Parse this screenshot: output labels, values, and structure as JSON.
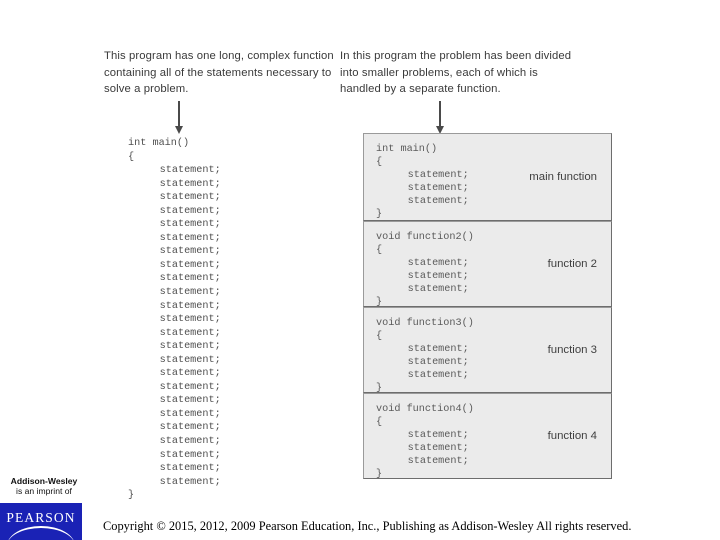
{
  "captions": {
    "left": "This program has one long, complex function containing all of the statements necessary to solve a problem.",
    "right": "In this program the problem has been divided into smaller problems, each of which is handled by a separate function."
  },
  "monolithic_program": {
    "signature": "int main()",
    "open_brace": "{",
    "statement": "statement;",
    "statement_count": 24,
    "close_brace": "}"
  },
  "function_boxes": [
    {
      "signature": "int main()",
      "open_brace": "{",
      "statement": "statement;",
      "statement_count": 3,
      "close_brace": "}",
      "label": "main function"
    },
    {
      "signature": "void function2()",
      "open_brace": "{",
      "statement": "statement;",
      "statement_count": 3,
      "close_brace": "}",
      "label": "function 2"
    },
    {
      "signature": "void function3()",
      "open_brace": "{",
      "statement": "statement;",
      "statement_count": 3,
      "close_brace": "}",
      "label": "function 3"
    },
    {
      "signature": "void function4()",
      "open_brace": "{",
      "statement": "statement;",
      "statement_count": 3,
      "close_brace": "}",
      "label": "function 4"
    }
  ],
  "footer": {
    "imprint_brand": "Addison-Wesley",
    "imprint_sub": "is an imprint of",
    "publisher_wordmark": "PEARSON",
    "copyright": "Copyright © 2015, 2012, 2009 Pearson Education, Inc., Publishing as Addison-Wesley All rights reserved."
  },
  "colors": {
    "box_fill": "#ebebeb",
    "box_border": "#9a9a9a",
    "pearson_blue": "#1a22b5",
    "code_text": "#5a5a5a"
  }
}
